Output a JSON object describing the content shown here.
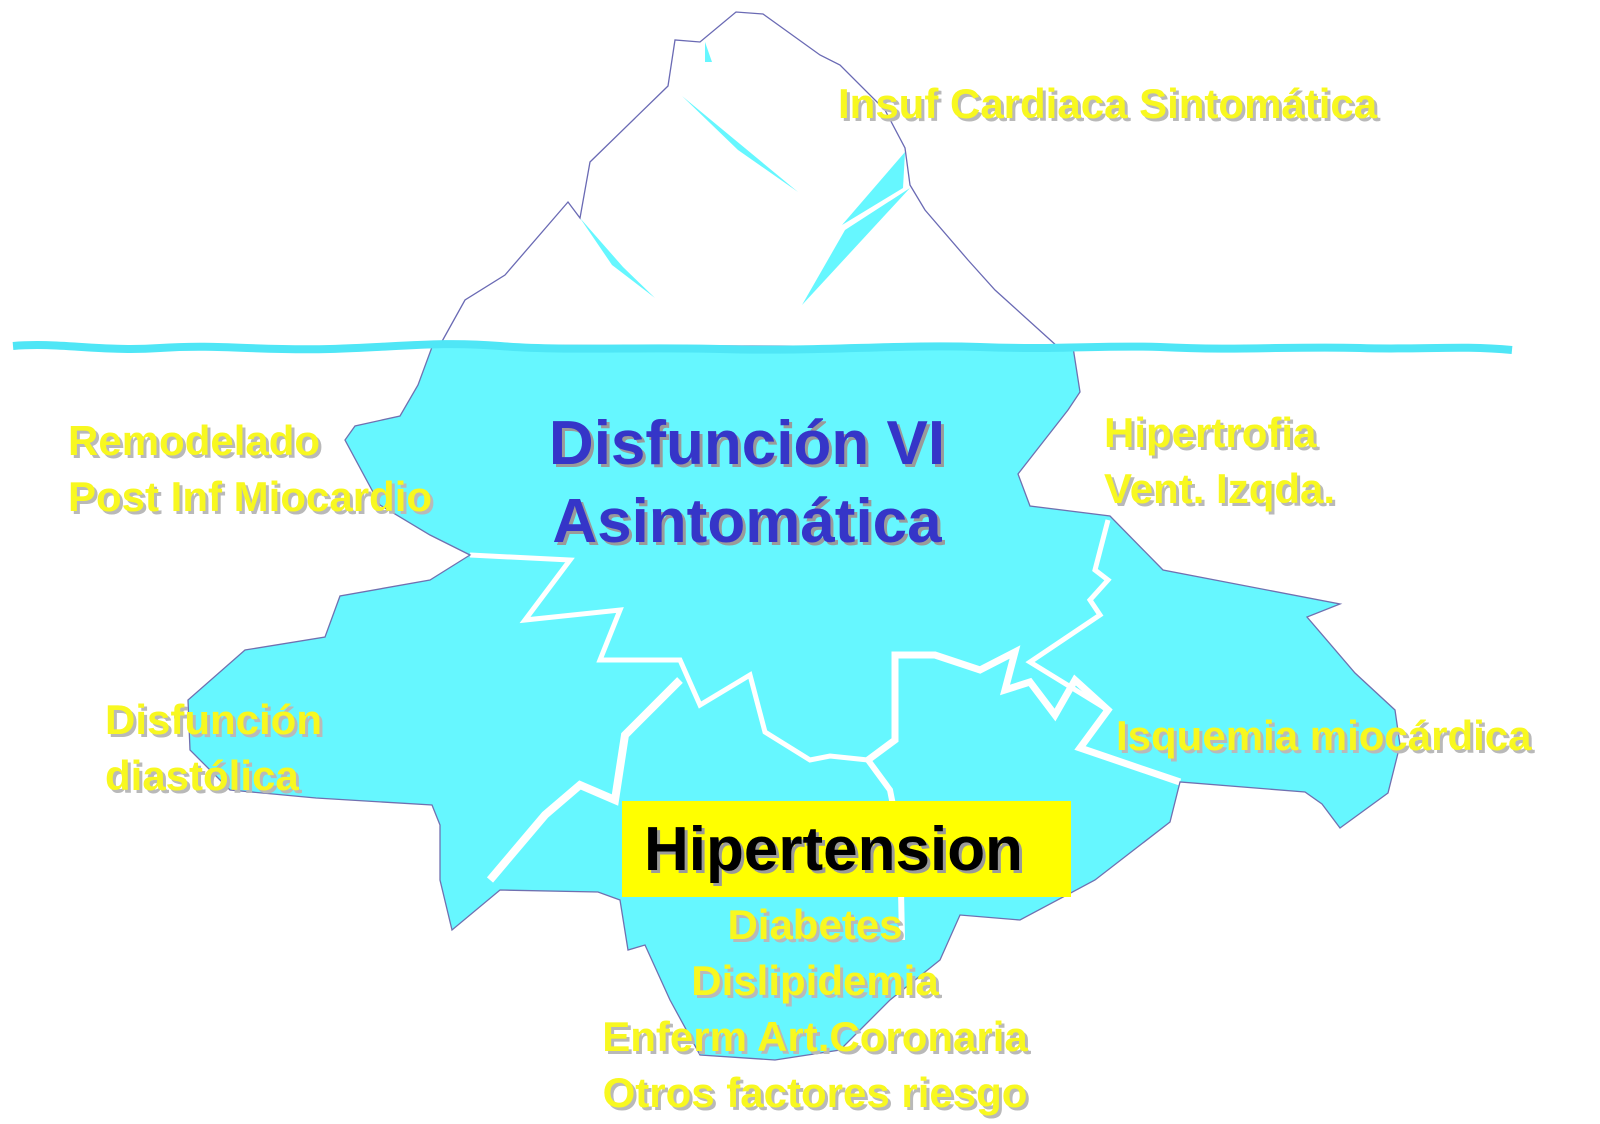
{
  "colors": {
    "ice_above": "#ffffff",
    "ice_below": "#66f7ff",
    "water": "#4fe6f6",
    "outline": "#6a6ab4",
    "label_yellow": "#f8f820",
    "label_blue": "#3535c8",
    "highlight_box": "#ffff00"
  },
  "labels": {
    "tip": "Insuf Cardiaca Sintomática",
    "center": [
      "Disfunción VI",
      "Asintomática"
    ],
    "left_top": [
      "Remodelado",
      "Post Inf Miocardio"
    ],
    "right_top": [
      "Hipertrofia",
      "Vent. Izqda."
    ],
    "left_bottom": [
      "Disfunción",
      "diastólica"
    ],
    "right_bottom": "Isquemia miocárdica",
    "highlight": "Hipertension",
    "risk_factors": [
      "Diabetes",
      "Dislipidemia",
      "Enferm Art.Coronaria",
      "Otros factores riesgo"
    ]
  }
}
